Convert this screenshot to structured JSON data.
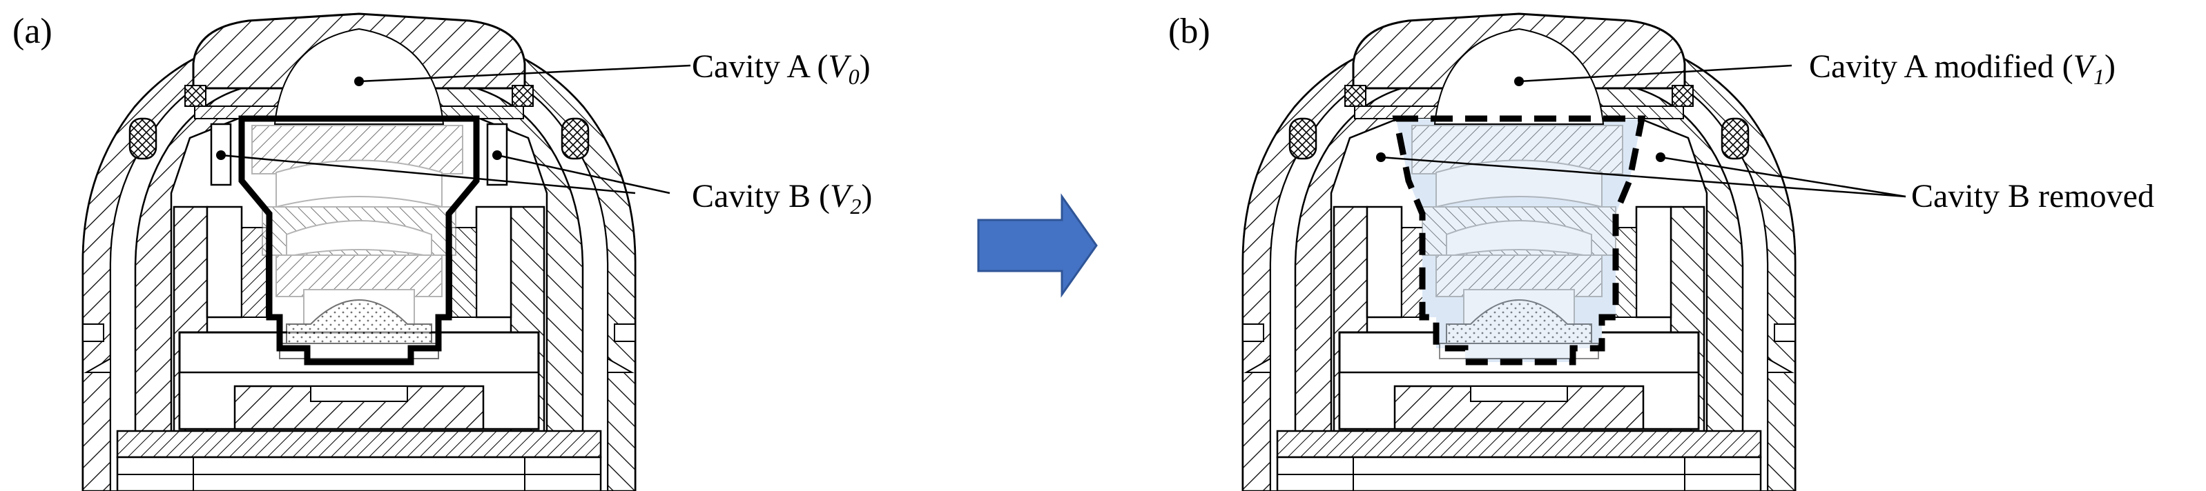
{
  "panels": [
    {
      "tag": "(a)",
      "cavity_a": {
        "name": "Cavity A (",
        "var": "V",
        "sub": "0",
        "close": ")"
      },
      "cavity_b": {
        "name": "Cavity B (",
        "var": "V",
        "sub": "2",
        "close": ")"
      }
    },
    {
      "tag": "(b)",
      "cavity_a": {
        "name": "Cavity A modified (",
        "var": "V",
        "sub": "1",
        "close": ")"
      },
      "cavity_b": {
        "text": "Cavity B removed"
      }
    }
  ],
  "colors": {
    "arrow": "#4472c4",
    "arrow_edge": "#2f5597",
    "cavity_fill_b": "#dbe7f5",
    "outline": "#000000"
  }
}
